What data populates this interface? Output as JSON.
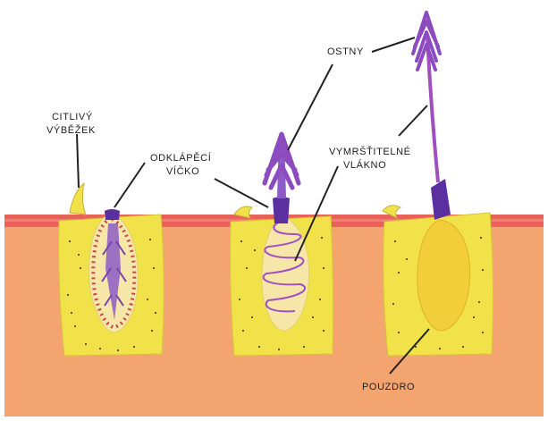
{
  "labels": {
    "citlivy_1": "CITLIVÝ",
    "citlivy_2": "VÝBĚŽEK",
    "vicko_1": "ODKLÁPĚCÍ",
    "vicko_2": "VÍČKO",
    "ostny": "OSTNY",
    "vlakno_1": "VYMRŠŤITELNÉ",
    "vlakno_2": "VLÁKNO",
    "pouzdro": "POUZDRO"
  },
  "colors": {
    "background": "#ffffff",
    "tissue": "#f4a56f",
    "surface_band": "#e8625a",
    "cell": "#f1e24a",
    "capsule_inner": "#f6e7a8",
    "filament": "#a04fbf",
    "operculum": "#5b2fa0",
    "coil_red": "#c7474f"
  }
}
